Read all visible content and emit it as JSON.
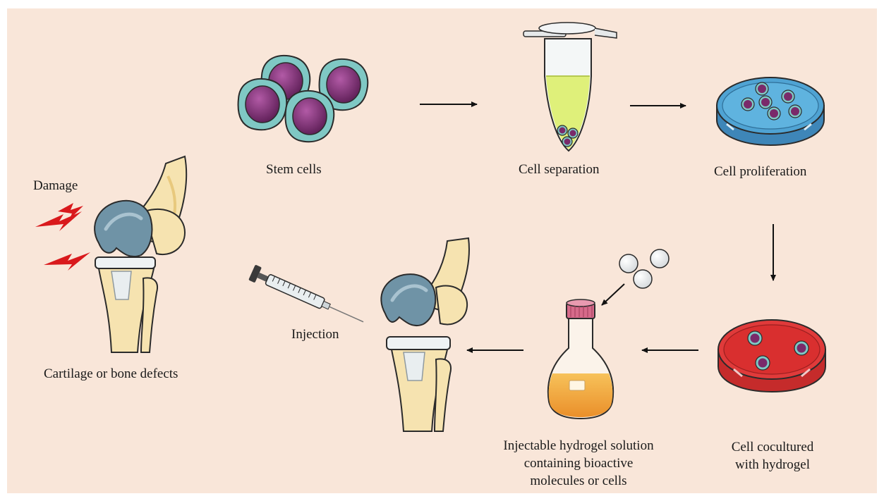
{
  "labels": {
    "damage": "Damage",
    "defects": "Cartilage or bone defects",
    "stem_cells": "Stem cells",
    "separation": "Cell separation",
    "proliferation": "Cell proliferation",
    "injection": "Injection",
    "hydrogel_line1": "Injectable hydrogel solution",
    "hydrogel_line2": "containing  bioactive",
    "hydrogel_line3": "molecules  or cells",
    "coculture_line1": "Cell cocultured",
    "coculture_line2": "with hydrogel"
  },
  "colors": {
    "background": "#f9e6d9",
    "bone": "#f6e3b0",
    "cartilage": "#6f93a6",
    "lightning": "#d9191c",
    "stem_cell_outer": "#7fc8c4",
    "stem_cell_nucleus": "#7a2a6a",
    "tube_liquid": "#dff07a",
    "dish_blue": "#4fa3d3",
    "dish_red": "#e03a3a",
    "flask_liquid": "#f3a23a",
    "cap_pink": "#d66a8a"
  }
}
